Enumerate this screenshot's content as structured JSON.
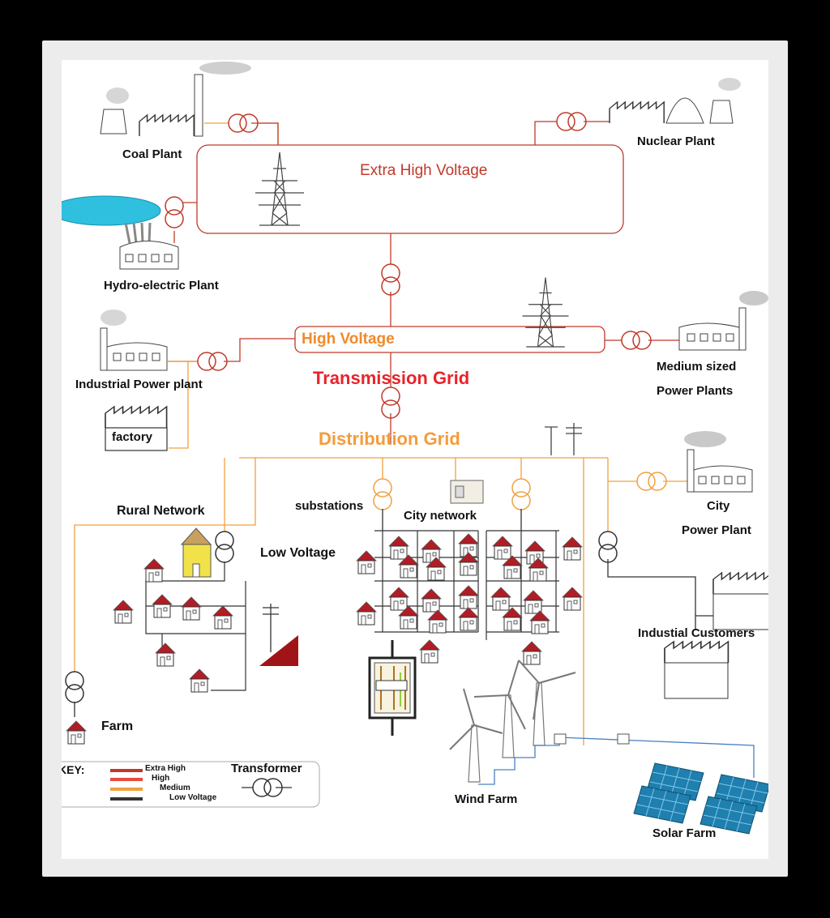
{
  "labels": {
    "coal_plant": "Coal Plant",
    "nuclear_plant": "Nuclear Plant",
    "extra_high_voltage": "Extra High Voltage",
    "hydro_plant": "Hydro-electric Plant",
    "high_voltage": "High Voltage",
    "industrial_power_plant": "Industrial Power plant",
    "medium_sized_1": "Medium sized",
    "medium_sized_2": "Power Plants",
    "transmission_grid": "Transmission Grid",
    "factory": "factory",
    "distribution_grid": "Distribution Grid",
    "rural_network": "Rural Network",
    "substations": "substations",
    "city_network": "City network",
    "city_pp_1": "City",
    "city_pp_2": "Power Plant",
    "low_voltage": "Low Voltage",
    "industrial_customers": "Industial Customers",
    "farm": "Farm",
    "wind_farm": "Wind Farm",
    "solar_farm": "Solar Farm"
  },
  "key": {
    "title": "KEY:",
    "extra_high": "Extra High",
    "high": "High",
    "medium": "Medium",
    "low": "Low Voltage",
    "transformer": "Transformer"
  },
  "colors": {
    "extra_high": "#c0392b",
    "high": "#e74c3c",
    "medium": "#f0a040",
    "low": "#333333",
    "transmission_text": "#e8232b",
    "distribution_text": "#f39c3c",
    "ehv_text": "#c0392b",
    "hv_text": "#f08a2c",
    "house_roof": "#b21c24",
    "solar": "#1f7fae",
    "hydro_lake": "#2fc0e0"
  }
}
